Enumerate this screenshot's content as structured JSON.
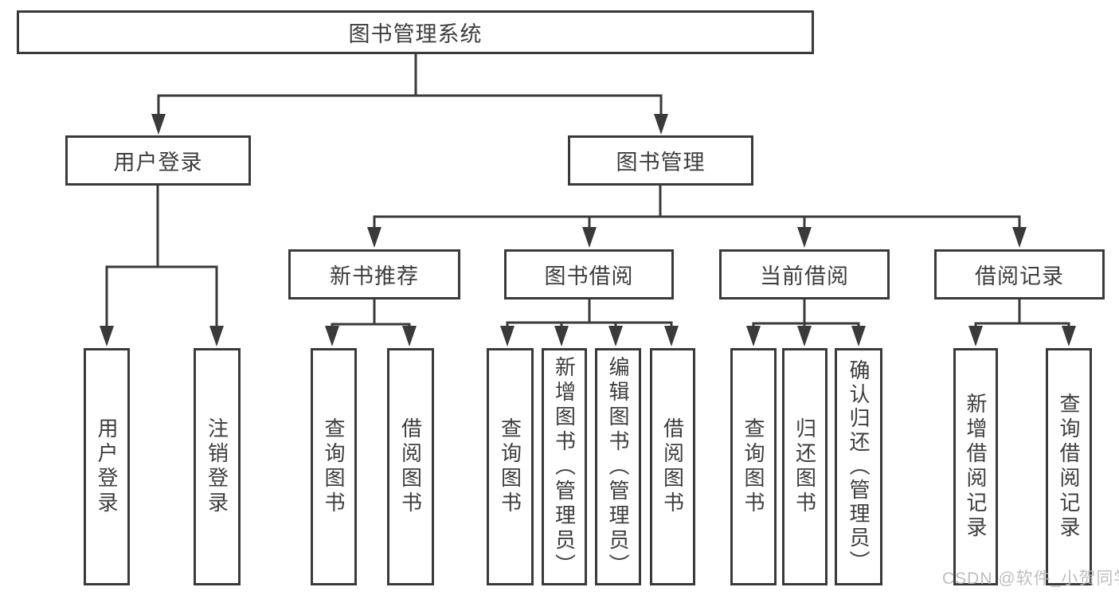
{
  "diagram": {
    "root": {
      "label": "图书管理系统"
    },
    "branches": {
      "user_login": {
        "label": "用户登录",
        "children": [
          {
            "label": "用户登录"
          },
          {
            "label": "注销登录"
          }
        ]
      },
      "book_management": {
        "label": "图书管理",
        "children": [
          {
            "label": "新书推荐",
            "children": [
              {
                "label": "查询图书"
              },
              {
                "label": "借阅图书"
              }
            ]
          },
          {
            "label": "图书借阅",
            "children": [
              {
                "label": "查询图书"
              },
              {
                "label": "新增图书（管理员）"
              },
              {
                "label": "编辑图书（管理员）"
              },
              {
                "label": "借阅图书"
              }
            ]
          },
          {
            "label": "当前借阅",
            "children": [
              {
                "label": "查询图书"
              },
              {
                "label": "归还图书"
              },
              {
                "label": "确认归还（管理员）"
              }
            ]
          },
          {
            "label": "借阅记录",
            "children": [
              {
                "label": "新增借阅记录"
              },
              {
                "label": "查询借阅记录"
              }
            ]
          }
        ]
      }
    }
  },
  "watermark": {
    "text": "CSDN @软件_小贺同学"
  },
  "colors": {
    "line": "#3a3a3a",
    "text": "#3d3d3d",
    "background": "#ffffff",
    "watermark_text": "#b9b9b9"
  }
}
